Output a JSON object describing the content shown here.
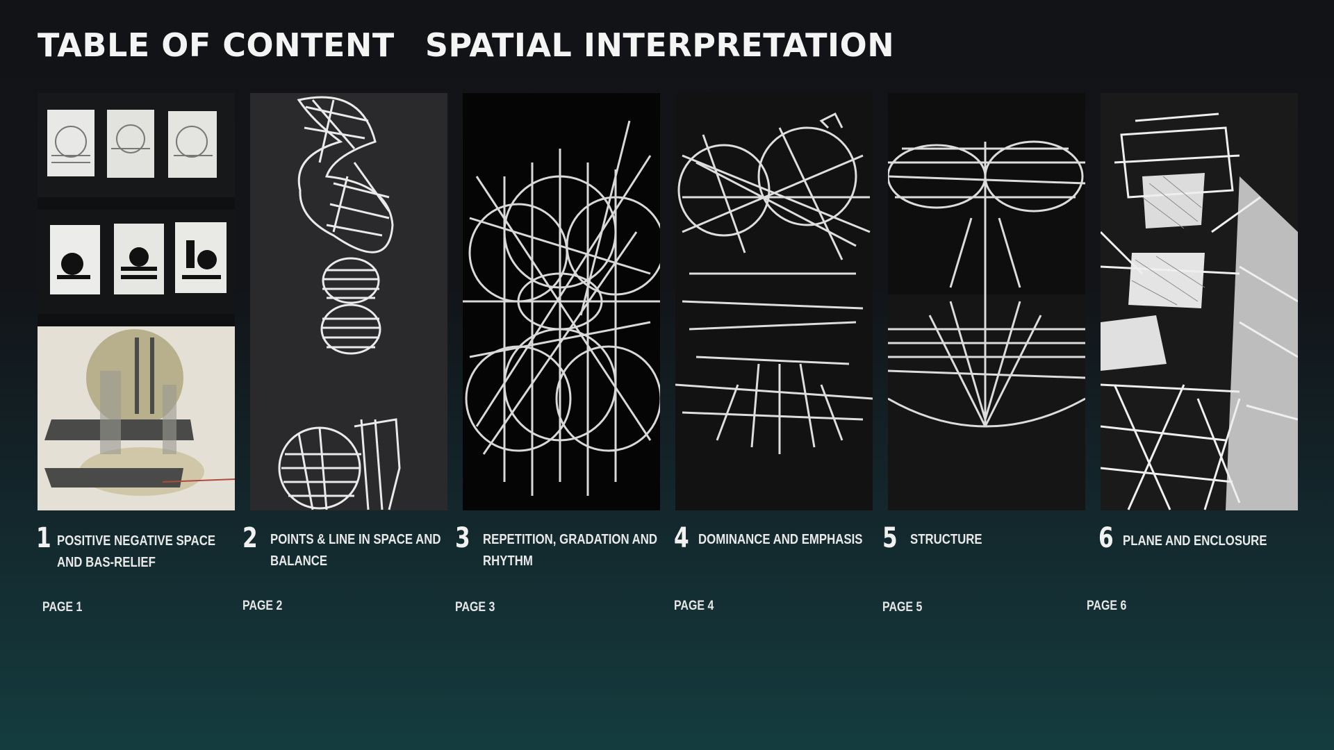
{
  "header": {
    "title_left": "TABLE OF CONTENT",
    "title_right": "SPATIAL INTERPRETATION"
  },
  "sections": [
    {
      "number": "1",
      "caption_line1": "POSITIVE NEGATIVE SPACE",
      "caption_line2": "AND  BAS-RELIEF",
      "page": "PAGE 1"
    },
    {
      "number": "2",
      "caption_line1": "POINTS & LINE IN SPACE AND",
      "caption_line2": "BALANCE",
      "page": "PAGE 2"
    },
    {
      "number": "3",
      "caption_line1": "REPETITION, GRADATION AND",
      "caption_line2": "RHYTHM",
      "page": "PAGE 3"
    },
    {
      "number": "4",
      "caption_line1": "DOMINANCE AND EMPHASIS",
      "caption_line2": "",
      "page": "PAGE 4"
    },
    {
      "number": "5",
      "caption_line1": "STRUCTURE",
      "caption_line2": "",
      "page": "PAGE 5"
    },
    {
      "number": "6",
      "caption_line1": "PLANE AND ENCLOSURE",
      "caption_line2": "",
      "page": "PAGE 6"
    }
  ],
  "colors": {
    "background_top": "#121317",
    "background_bottom": "#143c3f",
    "text": "#f2f2f2",
    "wire": "#e6e6e6"
  }
}
